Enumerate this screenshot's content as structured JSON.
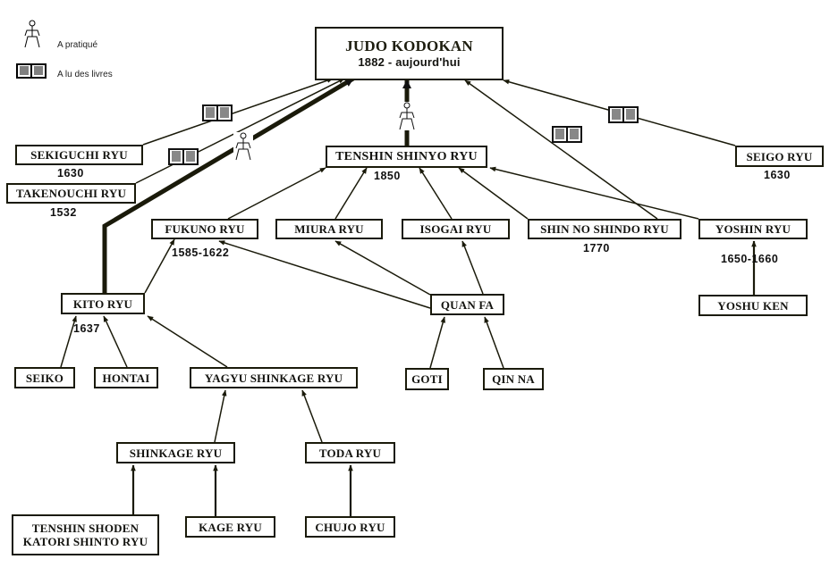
{
  "legend": {
    "items": [
      {
        "icon": "person-icon",
        "label": "A pratiqué"
      },
      {
        "icon": "book-icon",
        "label": "A lu des livres"
      }
    ]
  },
  "colors": {
    "line": "#1a1a0a",
    "box_border": "#1a1a0a",
    "text": "#141410",
    "background": "#ffffff"
  },
  "root": {
    "name": "JUDO KODOKAN",
    "period": "1882 - aujourd'hui"
  },
  "nodes": {
    "tenshin_shinyo": {
      "name": "TENSHIN SHINYO RYU",
      "date": "1850"
    },
    "sekiguchi": {
      "name": "SEKIGUCHI  RYU",
      "date": "1630"
    },
    "takenouchi": {
      "name": "TAKENOUCHI RYU",
      "date": "1532"
    },
    "seigo": {
      "name": "SEIGO  RYU",
      "date": "1630"
    },
    "fukuno": {
      "name": "FUKUNO RYU",
      "date": "1585-1622"
    },
    "miura": {
      "name": "MIURA  RYU"
    },
    "isogai": {
      "name": "ISOGAI  RYU"
    },
    "shin_no_shindo": {
      "name": "SHIN NO SHINDO  RYU",
      "date": "1770"
    },
    "yoshin": {
      "name": "YOSHIN  RYU",
      "date": "1650-1660"
    },
    "kito": {
      "name": "KITO  RYU",
      "date": "1637"
    },
    "quan_fa": {
      "name": "QUAN FA"
    },
    "yoshu_ken": {
      "name": "YOSHU KEN"
    },
    "seiko": {
      "name": "SEIKO"
    },
    "hontai": {
      "name": "HONTAI"
    },
    "yagyu_shinkage": {
      "name": "YAGYU SHINKAGE  RYU"
    },
    "goti": {
      "name": "GOTI"
    },
    "qin_na": {
      "name": "QIN NA"
    },
    "shinkage": {
      "name": "SHINKAGE RYU"
    },
    "toda": {
      "name": "TODA RYU"
    },
    "tenshin_shoden": {
      "name": "TENSHIN SHODEN\nKATORI SHINTO RYU"
    },
    "kage": {
      "name": "KAGE RYU"
    },
    "chujo": {
      "name": "CHUJO RYU"
    }
  },
  "edges": [
    {
      "from": "sekiguchi",
      "to": "root",
      "type": "books"
    },
    {
      "from": "takenouchi",
      "to": "root",
      "type": "books"
    },
    {
      "from": "kito",
      "to": "root",
      "type": "practiced"
    },
    {
      "from": "tenshin_shinyo",
      "to": "root",
      "type": "practiced"
    },
    {
      "from": "shin_no_shindo",
      "to": "root",
      "type": "books"
    },
    {
      "from": "seigo",
      "to": "root",
      "type": "books"
    },
    {
      "from": "fukuno",
      "to": "tenshin_shinyo",
      "type": "normal"
    },
    {
      "from": "miura",
      "to": "tenshin_shinyo",
      "type": "normal"
    },
    {
      "from": "isogai",
      "to": "tenshin_shinyo",
      "type": "normal"
    },
    {
      "from": "shin_no_shindo",
      "to": "tenshin_shinyo",
      "type": "normal"
    },
    {
      "from": "yoshin",
      "to": "tenshin_shinyo",
      "type": "normal"
    },
    {
      "from": "kito",
      "to": "fukuno",
      "type": "normal"
    },
    {
      "from": "quan_fa",
      "to": "fukuno",
      "type": "normal"
    },
    {
      "from": "quan_fa",
      "to": "miura",
      "type": "normal"
    },
    {
      "from": "quan_fa",
      "to": "isogai",
      "type": "normal"
    },
    {
      "from": "yoshu_ken",
      "to": "yoshin",
      "type": "normal"
    },
    {
      "from": "seiko",
      "to": "kito",
      "type": "normal"
    },
    {
      "from": "hontai",
      "to": "kito",
      "type": "normal"
    },
    {
      "from": "yagyu_shinkage",
      "to": "kito",
      "type": "normal"
    },
    {
      "from": "goti",
      "to": "quan_fa",
      "type": "normal"
    },
    {
      "from": "qin_na",
      "to": "quan_fa",
      "type": "normal"
    },
    {
      "from": "shinkage",
      "to": "yagyu_shinkage",
      "type": "normal"
    },
    {
      "from": "toda",
      "to": "yagyu_shinkage",
      "type": "normal"
    },
    {
      "from": "tenshin_shoden",
      "to": "shinkage",
      "type": "normal"
    },
    {
      "from": "kage",
      "to": "shinkage",
      "type": "normal"
    },
    {
      "from": "chujo",
      "to": "toda",
      "type": "normal"
    }
  ]
}
